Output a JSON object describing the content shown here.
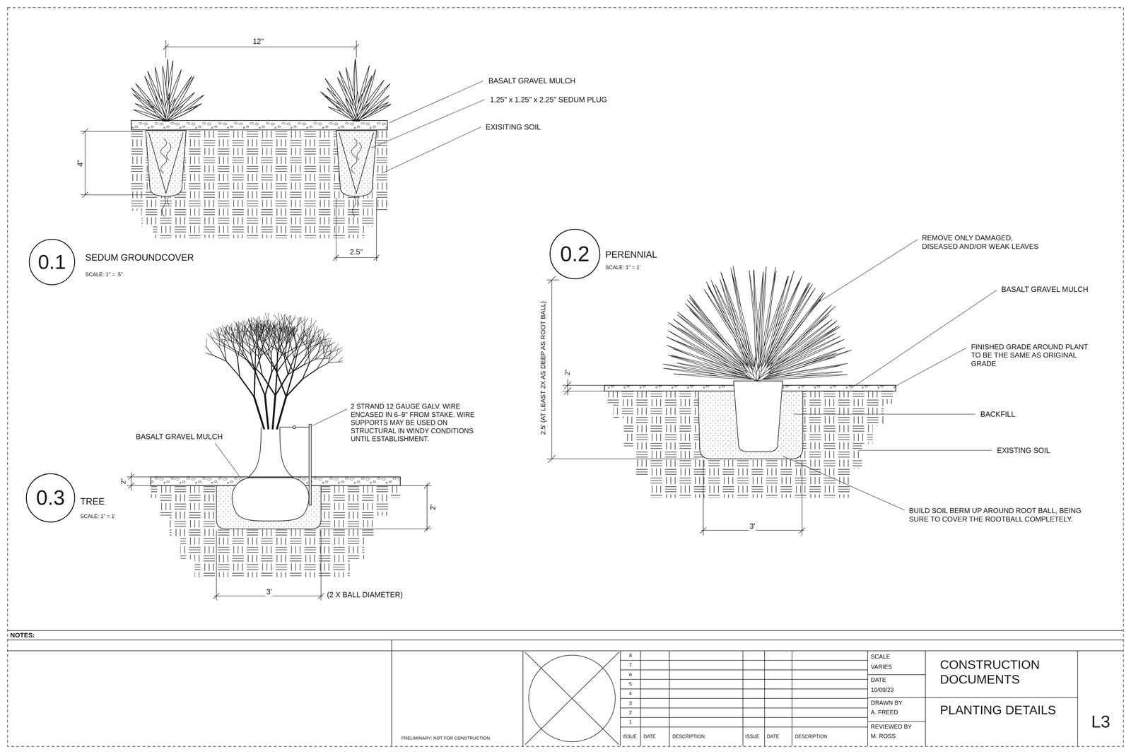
{
  "diagram": {
    "nodes": [
      {
        "text": [
          "0.1",
          "SEDUM GROUNDCOVER"
        ]
      },
      {
        "text": [
          "0.2",
          "PERENNIAL"
        ]
      },
      {
        "text": [
          "0.3",
          "TREE"
        ]
      }
    ],
    "labels": [
      "12\"",
      "BASALT GRAVEL MULCH",
      "1.25\" x 1.25\" x 2.25\" SEDUM PLUG",
      "EXISITING SOIL",
      "4\"",
      "2.5\"",
      "SCALE: 1\" = .5\"",
      "REMOVE ONLY DAMAGED, DISEASED AND/OR WEAK LEAVES",
      "SCALE: 1\" = 1'",
      "BASALT GRAVEL MULCH",
      "FINISHED GRADE AROUND PLANT TO BE THE SAME AS ORIGINAL GRADE",
      "2\"",
      "2.5' (AT LEAST 2X AS DEEP AS ROOT BALL)",
      "BACKFILL",
      "EXISTING SOIL",
      "BUILD SOIL BERM UP AROUND ROOT BALL, BEING SURE TO COVER THE ROOTBALL COMPLETELY.",
      "3'",
      "2 STRAND 12 GAUGE GALV. WIRE ENCASED IN 6–9\" FROM STAKE. WIRE SUPPORTS MAY BE USED ON STRUCTURAL IN WINDY CONDITIONS UNTIL ESTABLISHMENT.",
      "BASALT GRAVEL MULCH",
      "2\"",
      "SCALE: 1\" = 1'",
      "2'",
      "3'",
      "(2 X BALL DIAMETER)",
      "NOTES:",
      "PRELIMINARY: NOT FOR CONSTRUCTION",
      "8",
      "7",
      "6",
      "5",
      "4",
      "3",
      "2",
      "1",
      "ISSUE",
      "DATE",
      "DESCRIPTION",
      "ISSUE",
      "DATE",
      "DESCRIPTION",
      "SCALE",
      "VARIES",
      "DATE",
      "10/09/23",
      "DRAWN BY",
      "A. FREED",
      "REVIEWED BY",
      "M. ROSS",
      "CONSTRUCTION DOCUMENTS",
      "PLANTING DETAILS",
      "L3"
    ]
  }
}
